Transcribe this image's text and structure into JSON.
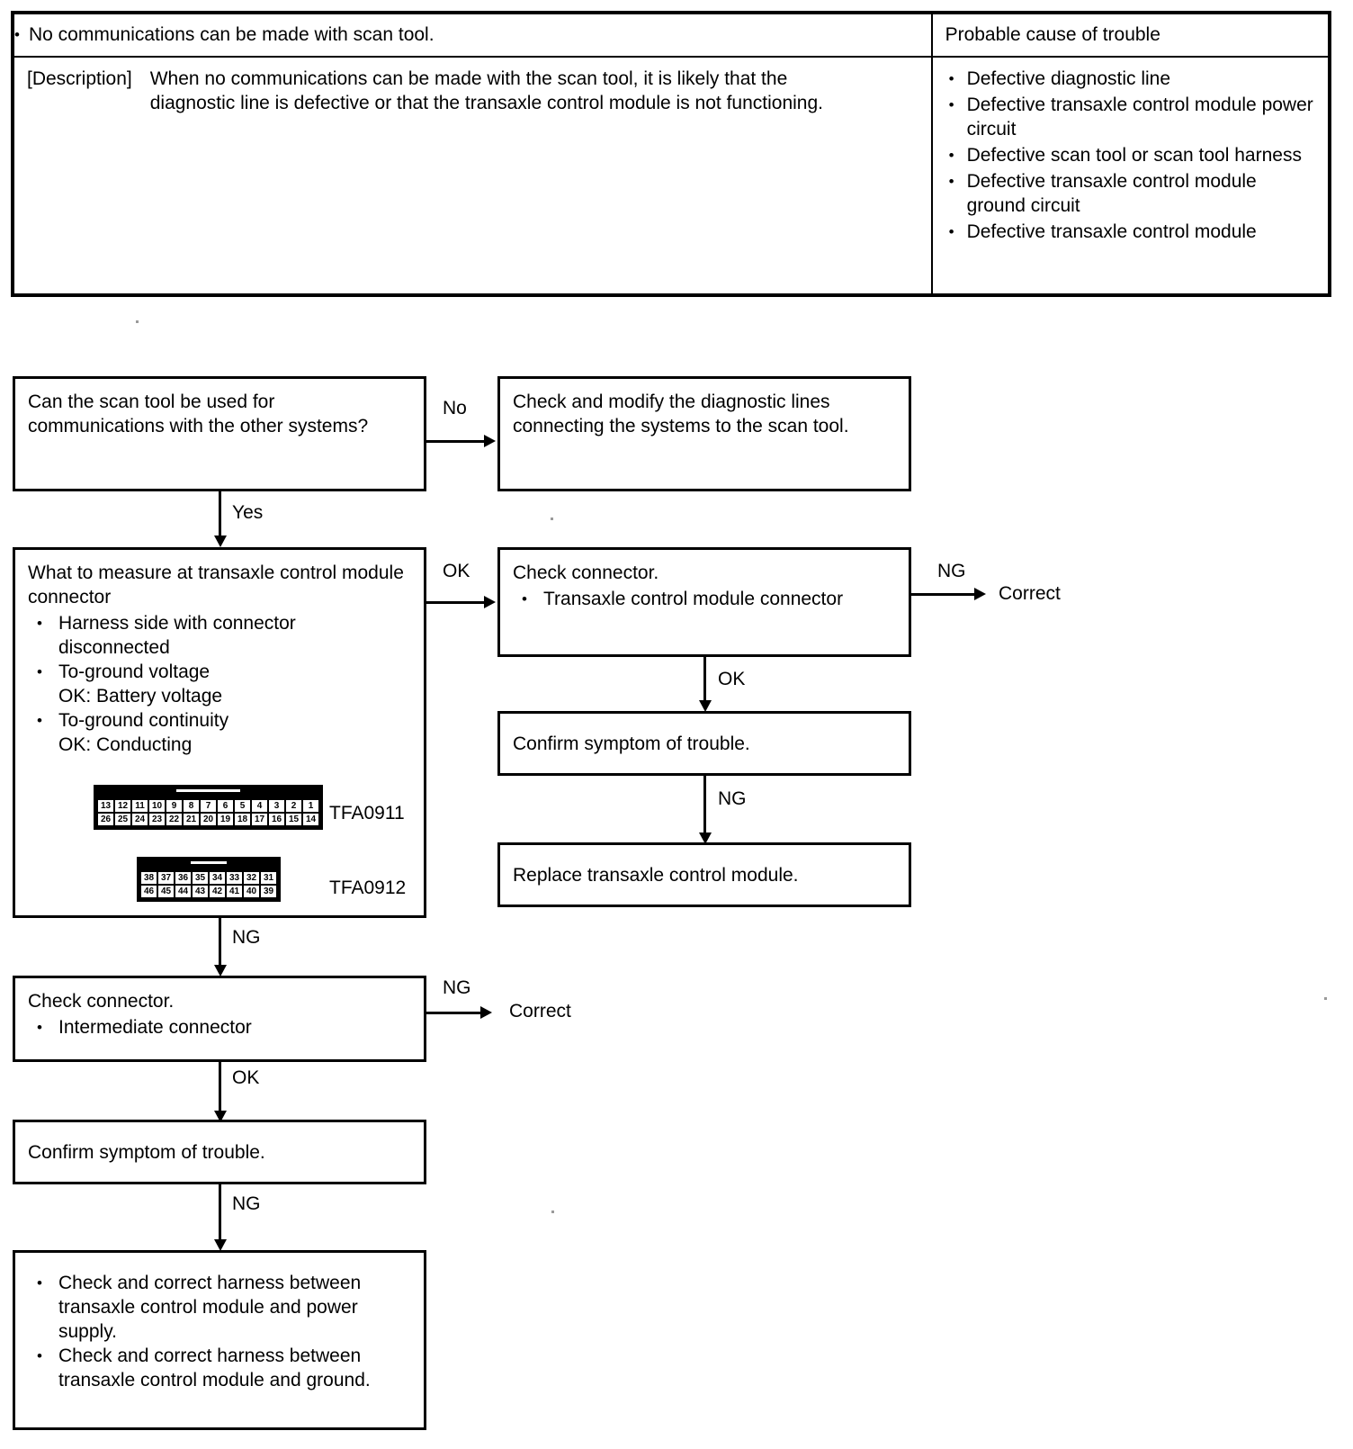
{
  "symptom_table": {
    "header": {
      "symptom": "No communications can be made with scan tool.",
      "cause_column": "Probable cause of trouble"
    },
    "description": {
      "tag": "[Description]",
      "text": "When no communications can be made with the scan tool, it is likely that the diagnostic line is defective or that the transaxle control module is not functioning."
    },
    "probable_causes": [
      "Defective diagnostic line",
      "Defective transaxle control module power circuit",
      "Defective scan tool or scan tool harness",
      "Defective transaxle control module ground circuit",
      "Defective transaxle control module"
    ]
  },
  "flowchart": {
    "boxes": {
      "scan_tool_question": "Can the scan tool be used for communications with the other systems?",
      "check_modify_lines": "Check and modify the diagnostic lines connecting the systems to the scan tool.",
      "measure_title": "What to measure at transaxle control module connector",
      "measure_items": [
        "Harness side with connector disconnected",
        "To-ground voltage\nOK: Battery voltage",
        "To-ground continuity\nOK: Conducting"
      ],
      "check_connector_tcm_title": "Check connector.",
      "check_connector_tcm_items": [
        "Transaxle control module connector"
      ],
      "confirm_symptom_right": "Confirm symptom of trouble.",
      "replace_module": "Replace transaxle control module.",
      "check_connector_intermediate_title": "Check connector.",
      "check_connector_intermediate_items": [
        "Intermediate connector"
      ],
      "confirm_symptom_left": "Confirm symptom of trouble.",
      "harness_actions": [
        "Check and correct harness between transaxle control module and power supply.",
        "Check and correct harness between transaxle control module and ground."
      ]
    },
    "edge_labels": {
      "no": "No",
      "yes": "Yes",
      "ok_to_check_connector": "OK",
      "ng_from_check_connector": "NG",
      "ok_to_confirm": "OK",
      "ng_to_replace": "NG",
      "ng_to_intermediate": "NG",
      "ng_from_intermediate": "NG",
      "ok_to_confirm_left": "OK",
      "ng_to_harness": "NG"
    },
    "terminal_labels": {
      "correct_right": "Correct",
      "correct_left": "Correct"
    }
  },
  "connectors": [
    {
      "code": "TFA0911",
      "top_row": [
        "13",
        "12",
        "11",
        "10",
        "9",
        "8",
        "7",
        "6",
        "5",
        "4",
        "3",
        "2",
        "1"
      ],
      "bottom_row": [
        "26",
        "25",
        "24",
        "23",
        "22",
        "21",
        "20",
        "19",
        "18",
        "17",
        "16",
        "15",
        "14"
      ]
    },
    {
      "code": "TFA0912",
      "top_row": [
        "38",
        "37",
        "36",
        "35",
        "34",
        "33",
        "32",
        "31"
      ],
      "bottom_row": [
        "46",
        "45",
        "44",
        "43",
        "42",
        "41",
        "40",
        "39"
      ]
    }
  ]
}
